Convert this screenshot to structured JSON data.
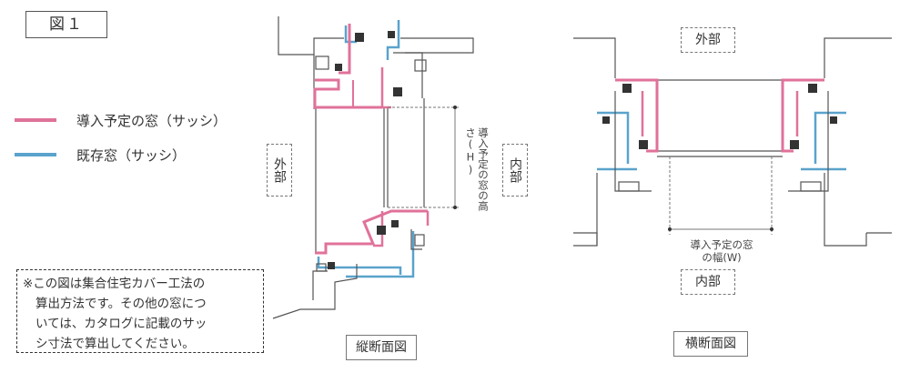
{
  "figure_title": "図１",
  "legend": {
    "items": [
      {
        "label": "導入予定の窓（サッシ）",
        "color": "#e0729a"
      },
      {
        "label": "既存窓（サッシ）",
        "color": "#5aa3cc"
      }
    ]
  },
  "vertical_section": {
    "exterior_label": "外部",
    "interior_label": "内部",
    "height_dimension": "導入予定の窓の高さ(H)",
    "caption": "縦断面図"
  },
  "horizontal_section": {
    "exterior_label": "外部",
    "interior_label": "内部",
    "width_dimension_line1": "導入予定の窓",
    "width_dimension_line2": "の幅(W)",
    "caption": "横断面図"
  },
  "note": {
    "lines": [
      "※この図は集合住宅カバー工法の",
      "算出方法です。その他の窓につ",
      "いては、カタログに記載のサッ",
      "シ寸法で算出してください。"
    ]
  },
  "colors": {
    "new_window": "#e0729a",
    "existing_window": "#5aa3cc",
    "outline": "#555555"
  }
}
